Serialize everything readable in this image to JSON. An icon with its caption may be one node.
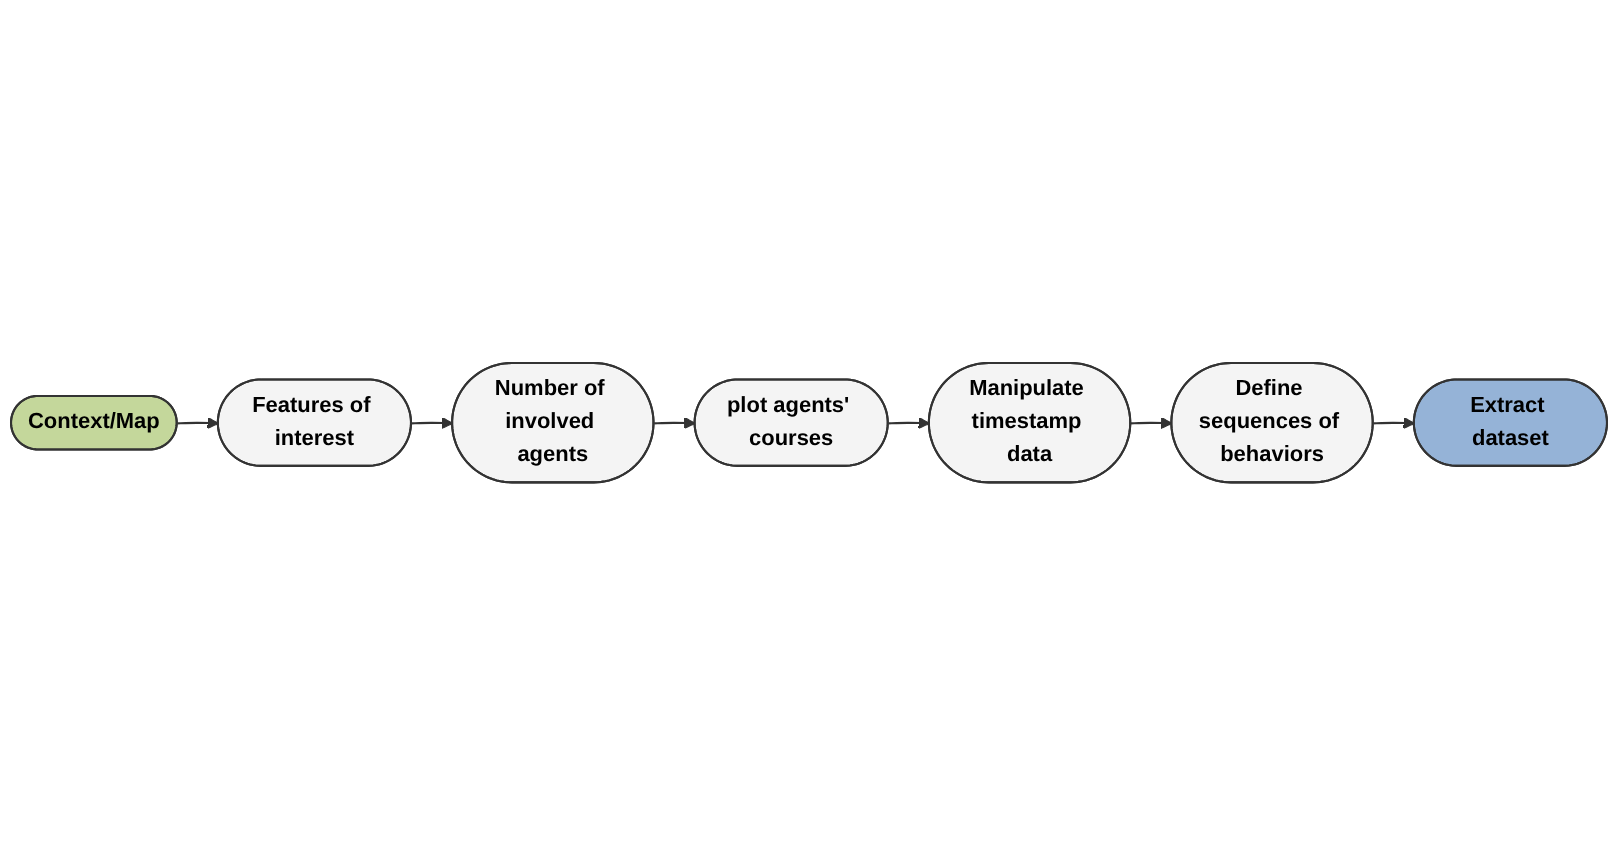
{
  "diagram": {
    "nodes": [
      {
        "text": [
          "Context/Map"
        ]
      },
      {
        "text": [
          "Features of interest"
        ]
      },
      {
        "text": [
          "Number of involved agents"
        ]
      },
      {
        "text": [
          "plot agents' courses"
        ]
      },
      {
        "text": [
          "Manipulate timestamp data"
        ]
      },
      {
        "text": [
          "Define sequences of behaviors"
        ]
      },
      {
        "text": [
          "Extract dataset"
        ]
      }
    ],
    "edges": [
      {
        "from": 0,
        "to": 1,
        "arrow": "to"
      },
      {
        "from": 1,
        "to": 2,
        "arrow": "to"
      },
      {
        "from": 2,
        "to": 3,
        "arrow": "to"
      },
      {
        "from": 3,
        "to": 4,
        "arrow": "to"
      },
      {
        "from": 4,
        "to": 5,
        "arrow": "to"
      },
      {
        "from": 5,
        "to": 6,
        "arrow": "to"
      }
    ]
  }
}
